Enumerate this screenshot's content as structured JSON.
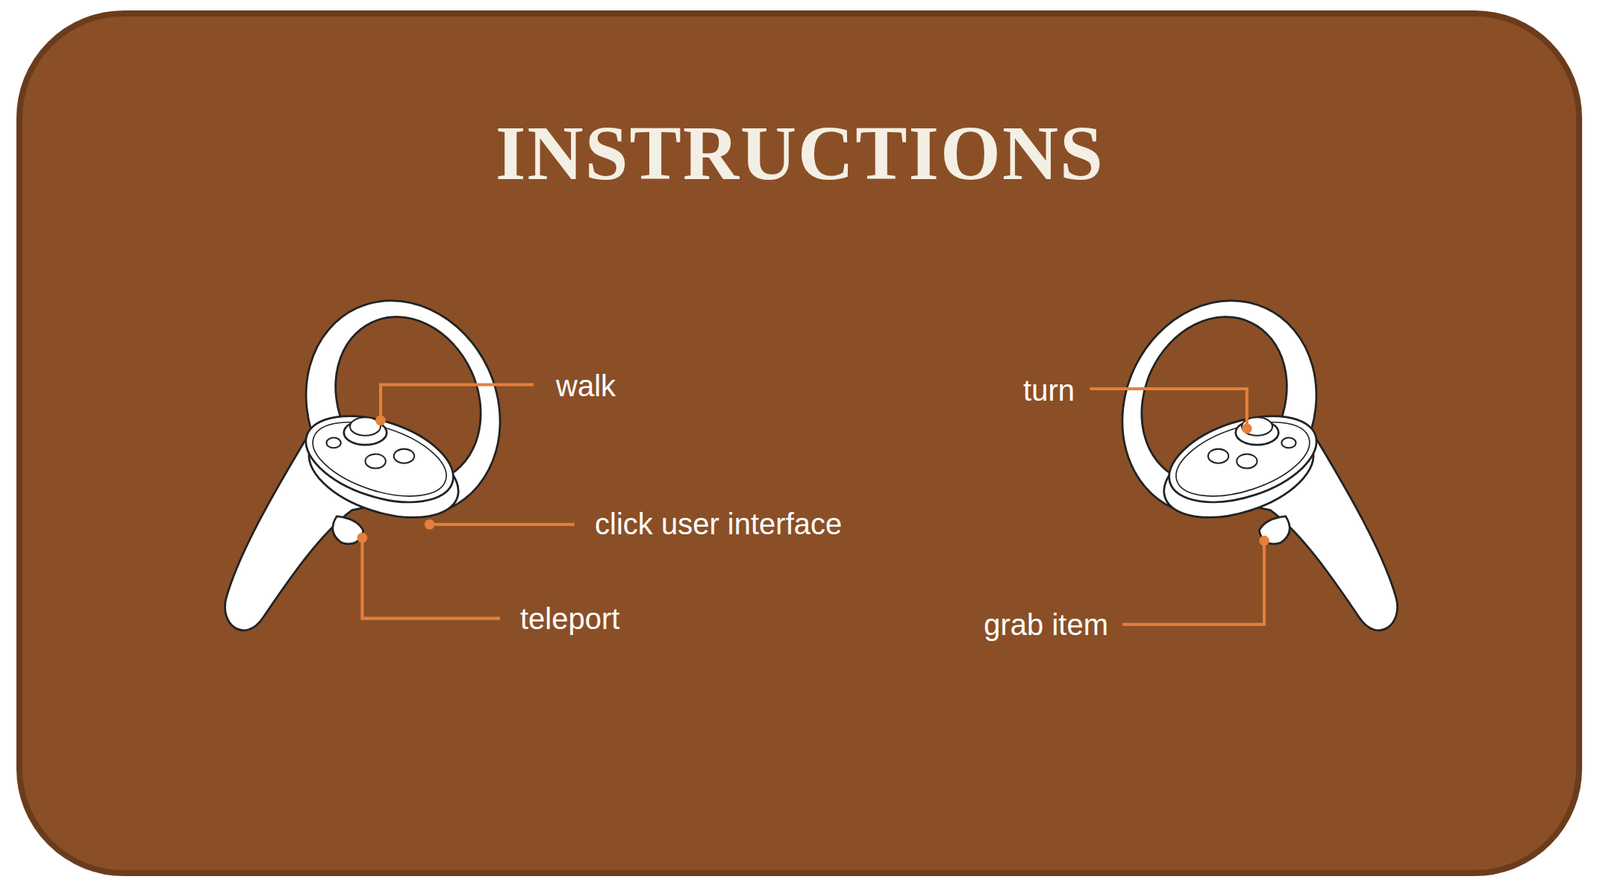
{
  "diagram": {
    "title": "INSTRUCTIONS",
    "labels": [
      "walk",
      "click user interface",
      "teleport",
      "turn",
      "grab item"
    ]
  }
}
